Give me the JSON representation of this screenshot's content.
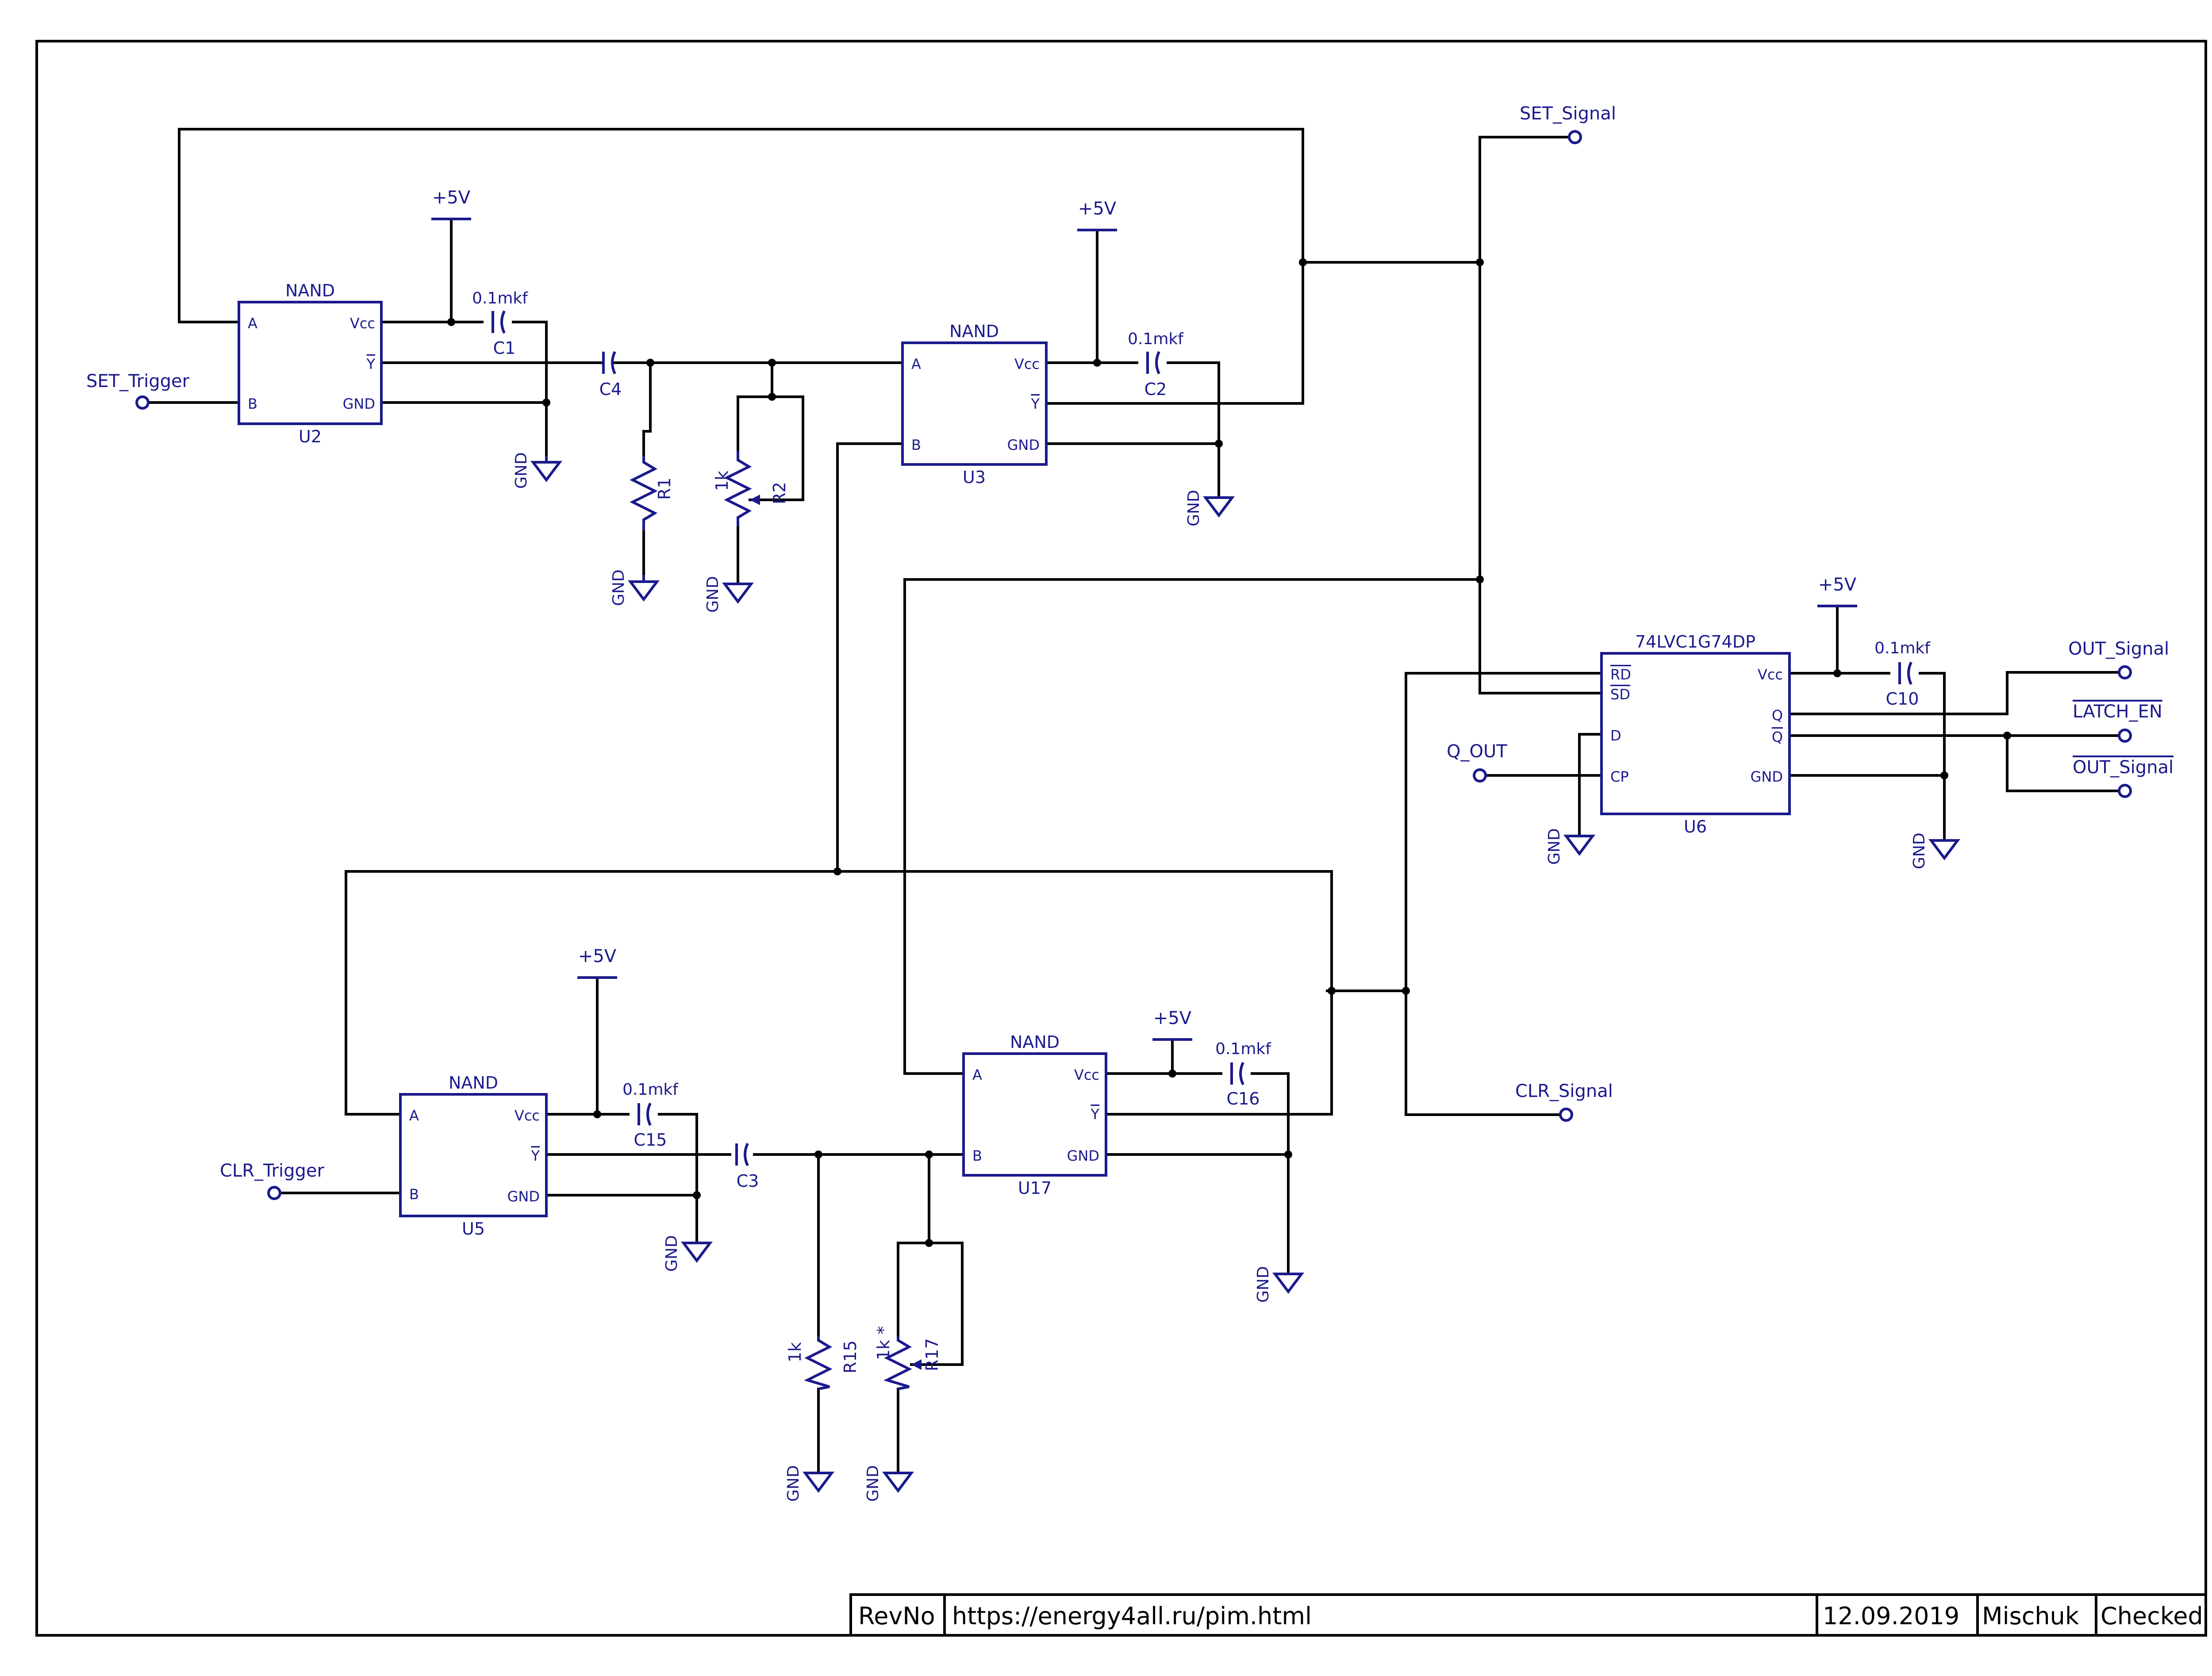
{
  "gates": {
    "u2": {
      "ref": "U2",
      "type": "NAND",
      "pins": [
        "A",
        "B",
        "Vcc",
        "Y",
        "GND"
      ]
    },
    "u3": {
      "ref": "U3",
      "type": "NAND",
      "pins": [
        "A",
        "B",
        "Vcc",
        "Y",
        "GND"
      ]
    },
    "u5": {
      "ref": "U5",
      "type": "NAND",
      "pins": [
        "A",
        "B",
        "Vcc",
        "Y",
        "GND"
      ]
    },
    "u17": {
      "ref": "U17",
      "type": "NAND",
      "pins": [
        "A",
        "B",
        "Vcc",
        "Y",
        "GND"
      ]
    }
  },
  "flipflop": {
    "ref": "U6",
    "part": "74LVC1G74DP",
    "pins": [
      "RD",
      "SD",
      "D",
      "CP",
      "Vcc",
      "Q",
      "Q",
      "GND"
    ]
  },
  "capacitors": {
    "c1": {
      "ref": "C1",
      "value": "0.1mkf"
    },
    "c2": {
      "ref": "C2",
      "value": "0.1mkf"
    },
    "c3": {
      "ref": "C3"
    },
    "c4": {
      "ref": "C4"
    },
    "c10": {
      "ref": "C10",
      "value": "0.1mkf"
    },
    "c15": {
      "ref": "C15",
      "value": "0.1mkf"
    },
    "c16": {
      "ref": "C16",
      "value": "0.1mkf"
    }
  },
  "resistors": {
    "r1": {
      "ref": "R1"
    },
    "r2": {
      "ref": "R2",
      "value": "1k"
    },
    "r15": {
      "ref": "R15",
      "value": "1k"
    },
    "r17": {
      "ref": "R17",
      "value": "1k *"
    }
  },
  "nets": {
    "set_trigger": "SET_Trigger",
    "clr_trigger": "CLR_Trigger",
    "set_signal": "SET_Signal",
    "clr_signal": "CLR_Signal",
    "q_out": "Q_OUT",
    "out_signal": "OUT_Signal",
    "latch_en": "LATCH_EN",
    "out_signal_n": "OUT_Signal",
    "power": "+5V",
    "ground": "GND"
  },
  "title_block": {
    "rev": "RevNo",
    "url": "https://energy4all.ru/pim.html",
    "date": "12.09.2019",
    "author": "Mischuk",
    "checked": "Checked"
  },
  "colors": {
    "component": "#1a1a8c",
    "wire": "#000000",
    "background": "#ffffff"
  }
}
